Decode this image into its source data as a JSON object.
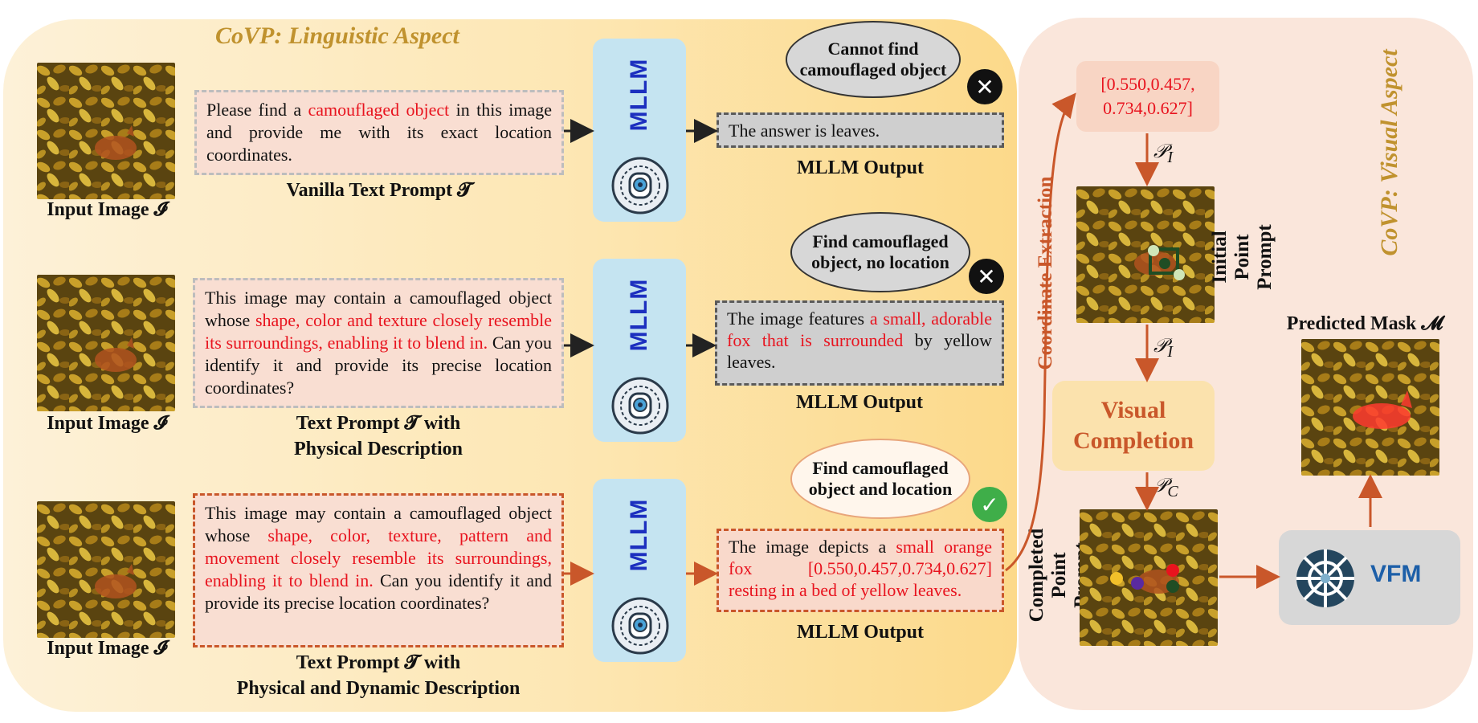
{
  "linguistic": {
    "title": "CoVP: Linguistic Aspect",
    "rows": [
      {
        "input_caption": "Input Image 𝓘",
        "prompt_parts": [
          {
            "t": "Please find a ",
            "red": false
          },
          {
            "t": "camouflaged object",
            "red": true
          },
          {
            "t": " in this image and provide me with its exact location coordinates.",
            "red": false
          }
        ],
        "prompt_caption_1": "Vanilla Text Prompt 𝓣",
        "prompt_caption_2": "",
        "mllm_label": "MLLM",
        "output_parts": [
          {
            "t": "The answer is leaves.",
            "red": false
          }
        ],
        "output_caption": "MLLM Output",
        "bubble": "Cannot find camouflaged object",
        "result": "✕"
      },
      {
        "input_caption": "Input Image 𝓘",
        "prompt_parts": [
          {
            "t": "This image may contain a camouflaged object whose ",
            "red": false
          },
          {
            "t": "shape, color and texture closely resemble its surroundings, enabling it to blend in.",
            "red": true
          },
          {
            "t": " Can you identify it and provide its precise location coordinates?",
            "red": false
          }
        ],
        "prompt_caption_1": "Text Prompt 𝓣 with",
        "prompt_caption_2": "Physical Description",
        "mllm_label": "MLLM",
        "output_parts": [
          {
            "t": "The image features ",
            "red": false
          },
          {
            "t": "a small, adorable fox that is surrounded",
            "red": true
          },
          {
            "t": " by yellow leaves.",
            "red": false
          }
        ],
        "output_caption": "MLLM Output",
        "bubble": "Find camouflaged object, no location",
        "result": "✕"
      },
      {
        "input_caption": "Input Image 𝓘",
        "prompt_parts": [
          {
            "t": "This image may contain a camouflaged object whose ",
            "red": false
          },
          {
            "t": "shape, color, texture, pattern and movement closely resemble its surroundings, enabling it to blend in.",
            "red": true
          },
          {
            "t": " Can you identify it and provide its precise location coordinates?",
            "red": false
          }
        ],
        "prompt_caption_1": "Text Prompt 𝓣 with",
        "prompt_caption_2": "Physical and Dynamic Description",
        "mllm_label": "MLLM",
        "output_parts": [
          {
            "t": "The image depicts a ",
            "red": false
          },
          {
            "t": "small orange fox [0.550,0.457,0.734,0.627] resting in a bed of yellow leaves.",
            "red": true
          }
        ],
        "output_caption": "MLLM Output",
        "bubble": "Find camouflaged object and location",
        "result": "✓"
      }
    ]
  },
  "visual": {
    "title": "CoVP: Visual Aspect",
    "coords": "[0.550,0.457,\n0.734,0.627]",
    "coord_extraction": "Coordinate Extraction",
    "p_initial": "𝒫",
    "p_initial_sub": "I",
    "p_initial_2": "𝒫",
    "p_initial_2_sub": "I",
    "p_completed": "𝒫",
    "p_completed_sub": "C",
    "initial_label": "Initial Point\nPrompt",
    "completed_label": "Completed\nPoint Prompt",
    "visual_completion": "Visual\nCompletion",
    "vfm": "VFM",
    "predicted_mask": "Predicted Mask 𝓜"
  },
  "colors": {
    "highlight_red": "#e8131e",
    "accent_orange": "#c9572a",
    "mllm_blue": "#1c2fbf",
    "vfm_blue": "#1d5fa8",
    "title_gold": "#c0922e",
    "fail_black": "#111111",
    "success_green": "#3fae49"
  },
  "icons": [
    "robot-icon",
    "cross-icon",
    "check-icon",
    "vfm-logo-icon"
  ]
}
